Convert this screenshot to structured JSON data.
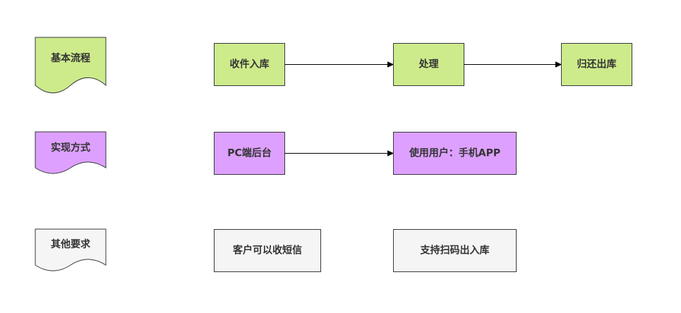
{
  "colors": {
    "green": "#cdeb8b",
    "purple": "#dda0ff",
    "gray": "#f5f5f5",
    "stroke": "#36393d",
    "text": "#333333"
  },
  "rows": {
    "basic_flow": {
      "label": "基本流程",
      "steps": [
        "收件入库",
        "处理",
        "归还出库"
      ]
    },
    "implementation": {
      "label": "实现方式",
      "steps": [
        "PC端后台",
        "使用用户：手机APP"
      ]
    },
    "other_requirements": {
      "label": "其他要求",
      "items": [
        "客户可以收短信",
        "支持扫码出入库"
      ]
    }
  }
}
